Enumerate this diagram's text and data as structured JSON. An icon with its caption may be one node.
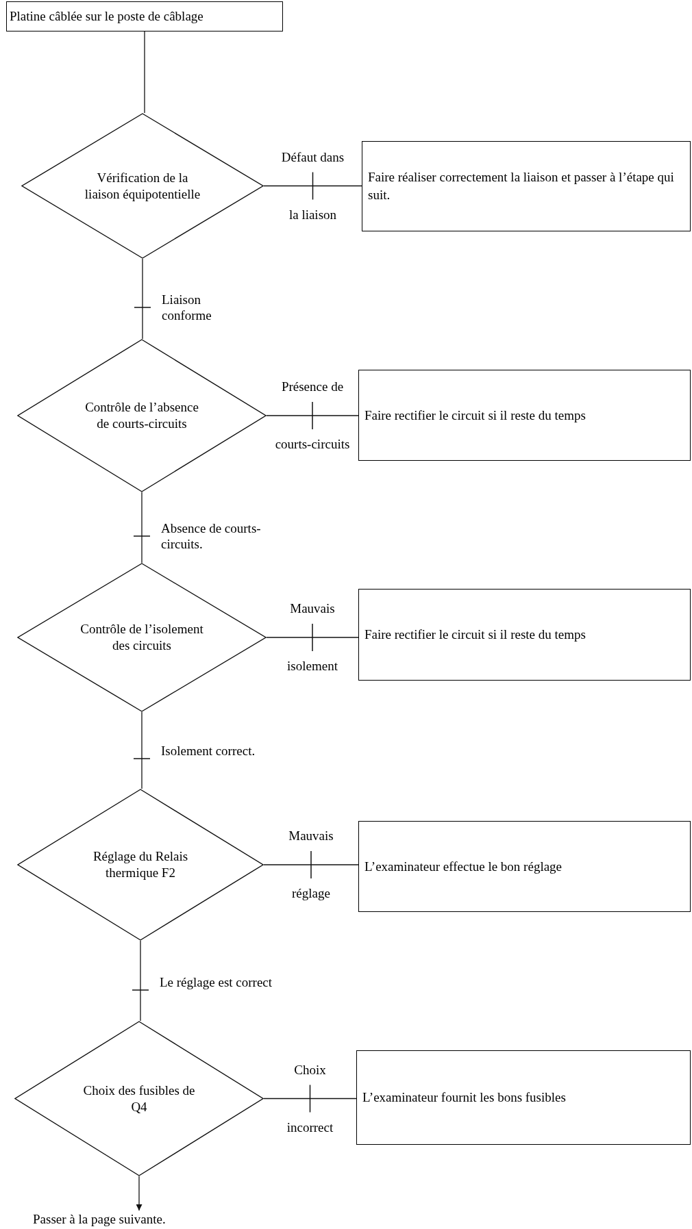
{
  "diagram": {
    "nodes": [
      {
        "text": [
          "Platine câblée sur le poste de câblage"
        ]
      },
      {
        "text": [
          "Vérification de la liaison équipotentielle"
        ]
      },
      {
        "text": [
          "Faire réaliser correctement la liaison et passer à l’étape qui suit."
        ]
      },
      {
        "text": [
          "Contrôle de l’absence de courts-circuits"
        ]
      },
      {
        "text": [
          "Faire rectifier le circuit si il reste du temps"
        ]
      },
      {
        "text": [
          "Contrôle de l’isolement des circuits"
        ]
      },
      {
        "text": [
          "Faire rectifier le circuit si il reste du temps"
        ]
      },
      {
        "text": [
          "Réglage du Relais thermique F2"
        ]
      },
      {
        "text": [
          "L’examinateur effectue le bon réglage"
        ]
      },
      {
        "text": [
          "Choix des fusibles de Q4"
        ]
      },
      {
        "text": [
          "L’examinateur fournit les bons fusibles"
        ]
      },
      {
        "text": [
          "Passer à la page suivante."
        ]
      }
    ],
    "edges": [
      {
        "from": 0,
        "to": 1,
        "arrow": "none"
      },
      {
        "from": 1,
        "to": 2,
        "arrow": "none",
        "label": "Défaut dans la liaison"
      },
      {
        "from": 1,
        "to": 3,
        "arrow": "none",
        "label": "Liaison conforme"
      },
      {
        "from": 3,
        "to": 4,
        "arrow": "none",
        "label": "Présence de courts-circuits"
      },
      {
        "from": 3,
        "to": 5,
        "arrow": "none",
        "label": "Absence de courts-circuits."
      },
      {
        "from": 5,
        "to": 6,
        "arrow": "none",
        "label": "Mauvais isolement"
      },
      {
        "from": 5,
        "to": 7,
        "arrow": "none",
        "label": "Isolement correct."
      },
      {
        "from": 7,
        "to": 8,
        "arrow": "none",
        "label": "Mauvais réglage"
      },
      {
        "from": 7,
        "to": 9,
        "arrow": "none",
        "label": "Le réglage est correct"
      },
      {
        "from": 9,
        "to": 10,
        "arrow": "none",
        "label": "Choix incorrect"
      },
      {
        "from": 9,
        "to": 11,
        "arrow": "to"
      }
    ]
  }
}
